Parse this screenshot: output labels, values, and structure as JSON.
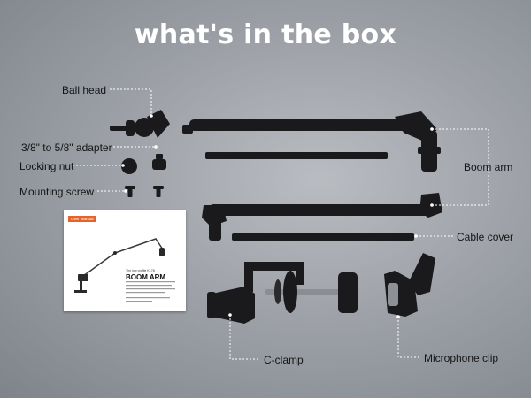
{
  "title": "what's in the box",
  "labels": {
    "ball_head": "Ball head",
    "adapter": "3/8\" to 5/8\" adapter",
    "locking_nut": "Locking nut",
    "mounting_screw": "Mounting screw",
    "boom_arm": "Boom arm",
    "cable_cover": "Cable cover",
    "c_clamp": "C-clamp",
    "microphone_clip": "Microphone clip"
  },
  "manual": {
    "tag": "User Manual",
    "subtitle": "The low profile K178",
    "heading": "BOOM ARM"
  },
  "colors": {
    "parts": "#1a1a1c",
    "leader_line": "#ffffff",
    "manual_tag": "#e5632a"
  }
}
